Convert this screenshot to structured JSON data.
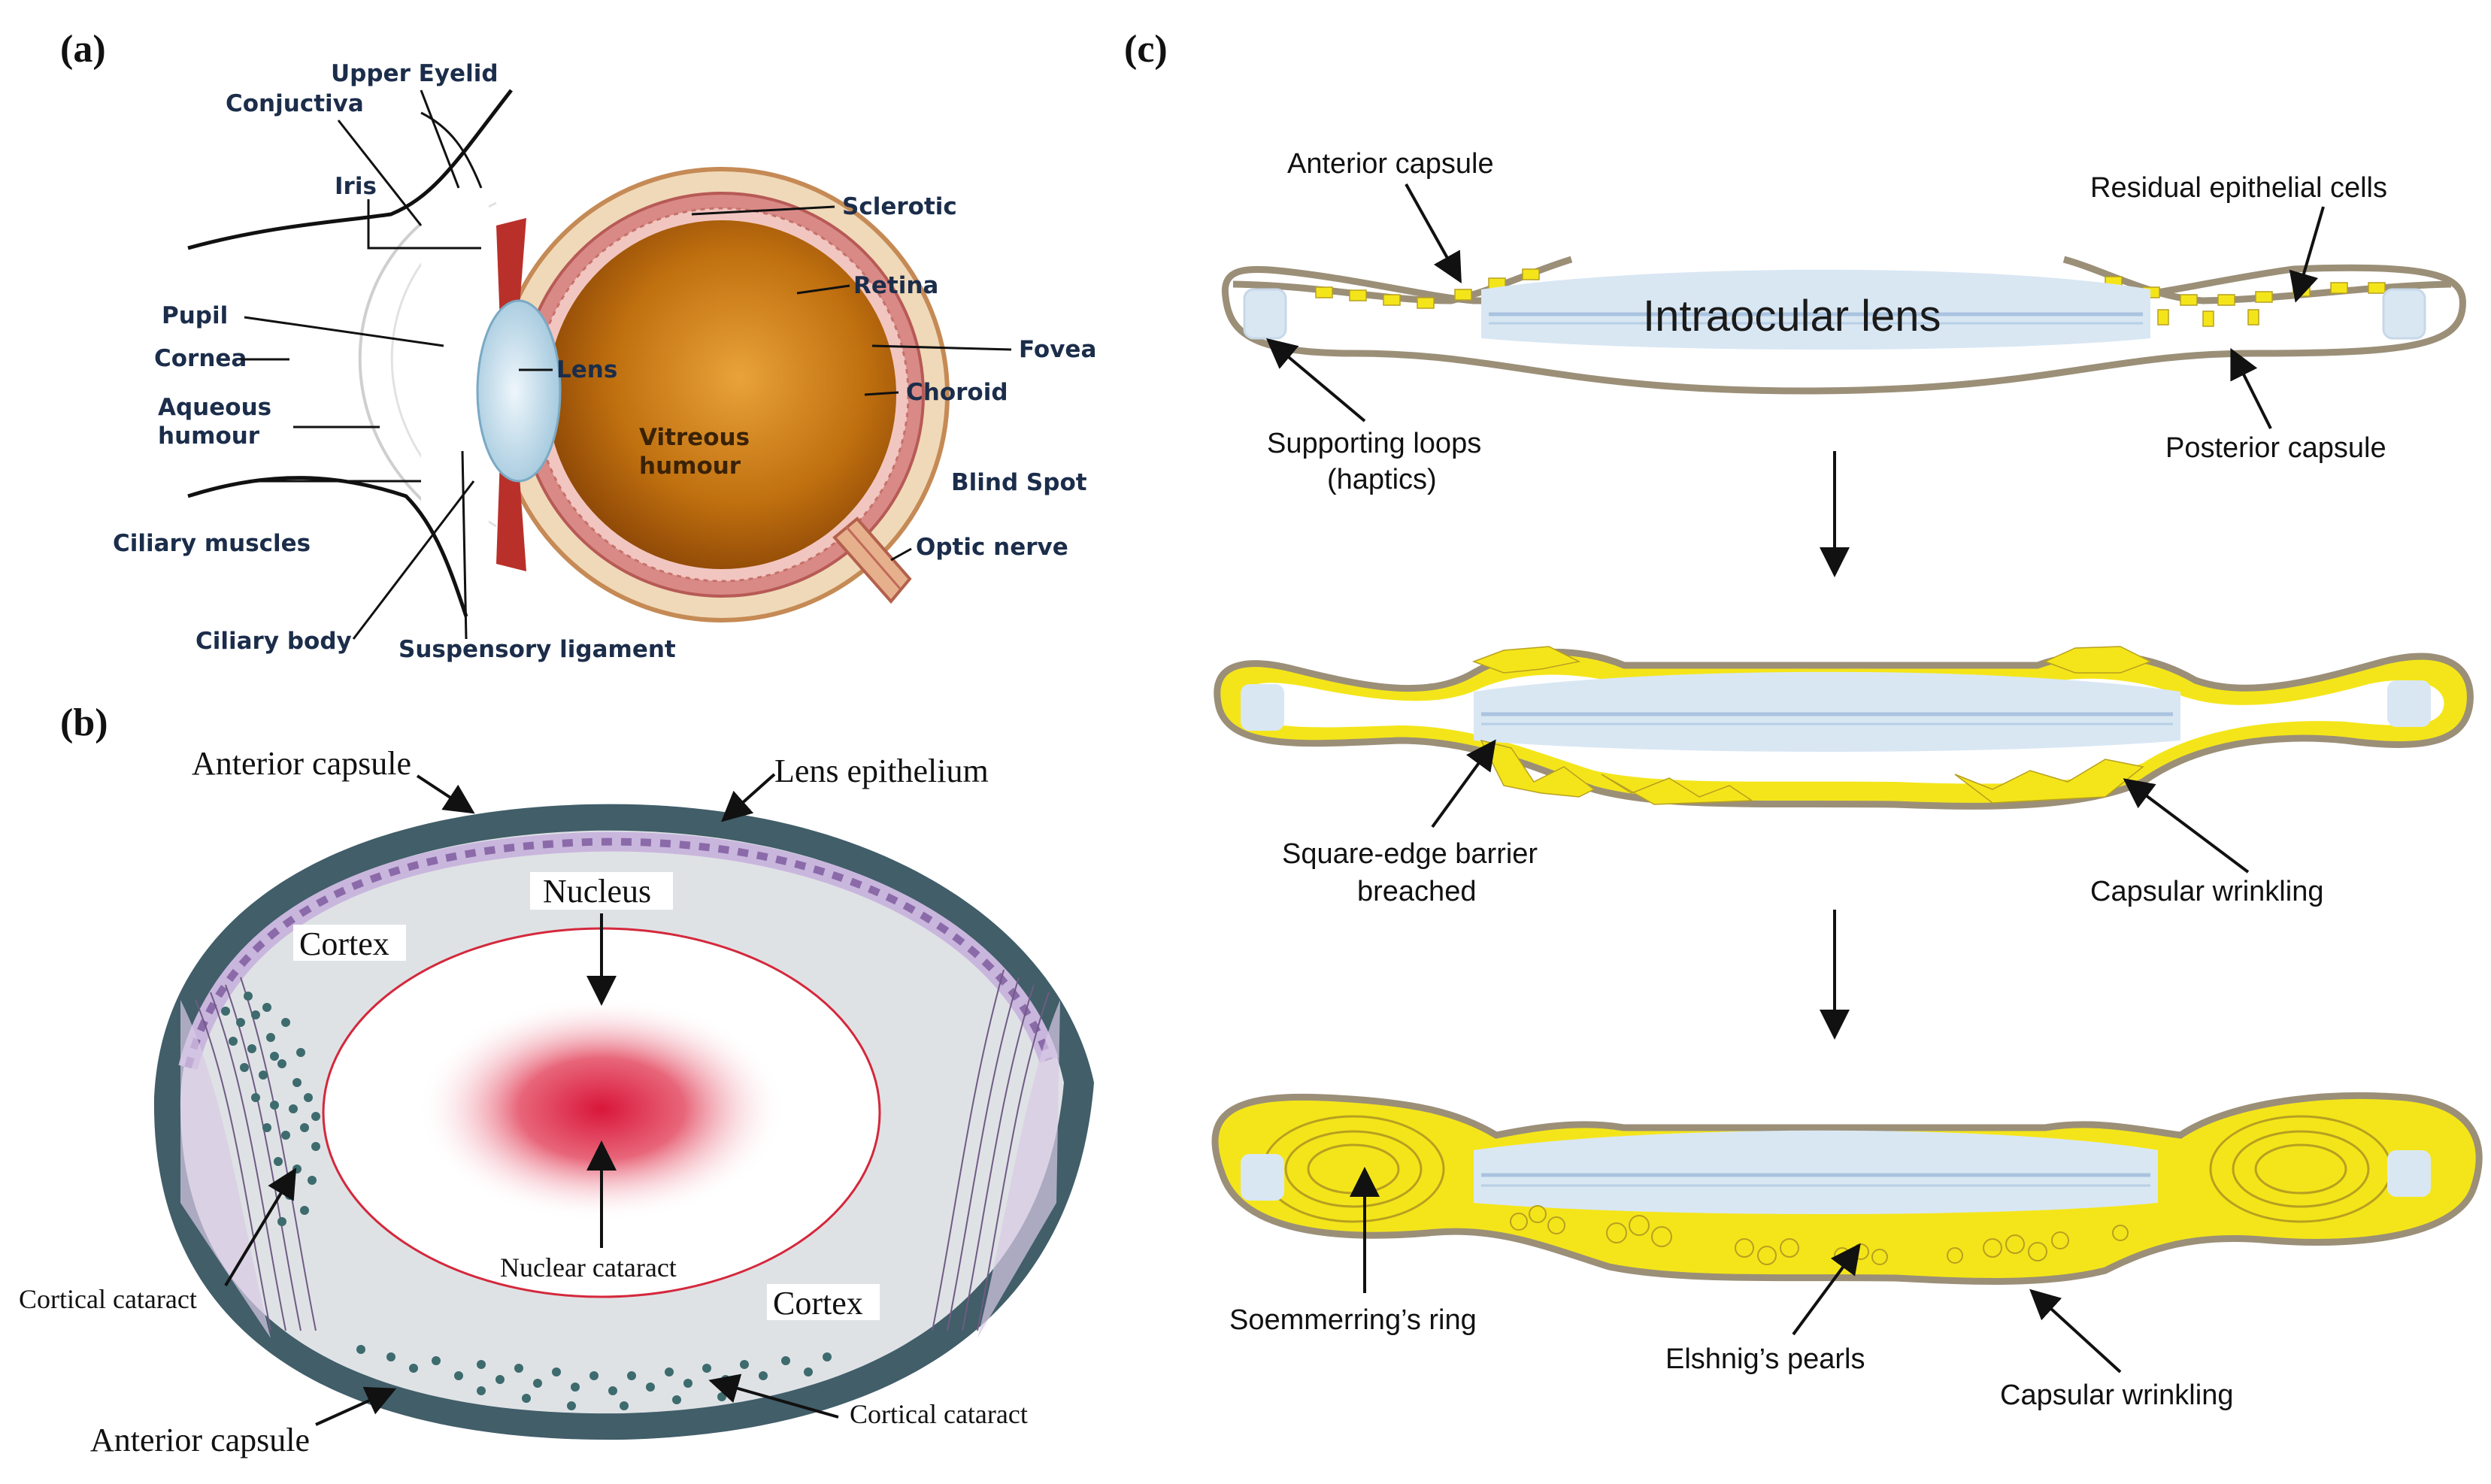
{
  "panels": {
    "a": "(a)",
    "b": "(b)",
    "c": "(c)"
  },
  "eye_labels": {
    "upper_eyelid": "Upper Eyelid",
    "conjuctiva": "Conjuctiva",
    "iris": "Iris",
    "sclerotic": "Sclerotic",
    "retina": "Retina",
    "fovea": "Fovea",
    "pupil": "Pupil",
    "cornea": "Cornea",
    "lens": "Lens",
    "choroid": "Choroid",
    "aqueous_1": "Aqueous",
    "aqueous_2": "humour",
    "vitreous_1": "Vitreous",
    "vitreous_2": "humour",
    "blind_spot": "Blind Spot",
    "ciliary_muscles": "Ciliary muscles",
    "optic_nerve": "Optic nerve",
    "ciliary_body": "Ciliary body",
    "suspensory_ligament": "Suspensory ligament"
  },
  "lens_labels": {
    "anterior_capsule_top": "Anterior capsule",
    "lens_epithelium": "Lens epithelium",
    "nucleus": "Nucleus",
    "cortex_top": "Cortex",
    "cortex_bottom": "Cortex",
    "nuclear_cataract": "Nuclear cataract",
    "cortical_cataract_left": "Cortical cataract",
    "cortical_cataract_bottom": "Cortical cataract",
    "anterior_capsule_bottom": "Anterior capsule"
  },
  "pco_labels": {
    "anterior_capsule": "Anterior capsule",
    "residual_epithelial_cells": "Residual epithelial cells",
    "intraocular_lens": "Intraocular lens",
    "supporting_loops_1": "Supporting loops",
    "supporting_loops_2": "(haptics)",
    "posterior_capsule": "Posterior capsule",
    "square_edge_1": "Square-edge barrier",
    "square_edge_2": "breached",
    "capsular_wrinkling_mid": "Capsular wrinkling",
    "soemmerring": "Soemmerring’s ring",
    "elshnig": "Elshnig’s pearls",
    "capsular_wrinkling_bottom": "Capsular wrinkling"
  },
  "colors": {
    "capsule_edge": "#9b8f78",
    "lens_material": "#f4e51a",
    "iol_blue": "#d9e7f3",
    "capsule_dark": "#3f5f6a",
    "cortex_grey": "#dfe2e5",
    "nucleus_red": "#d31f37",
    "eye_brown": "#b8650c"
  }
}
